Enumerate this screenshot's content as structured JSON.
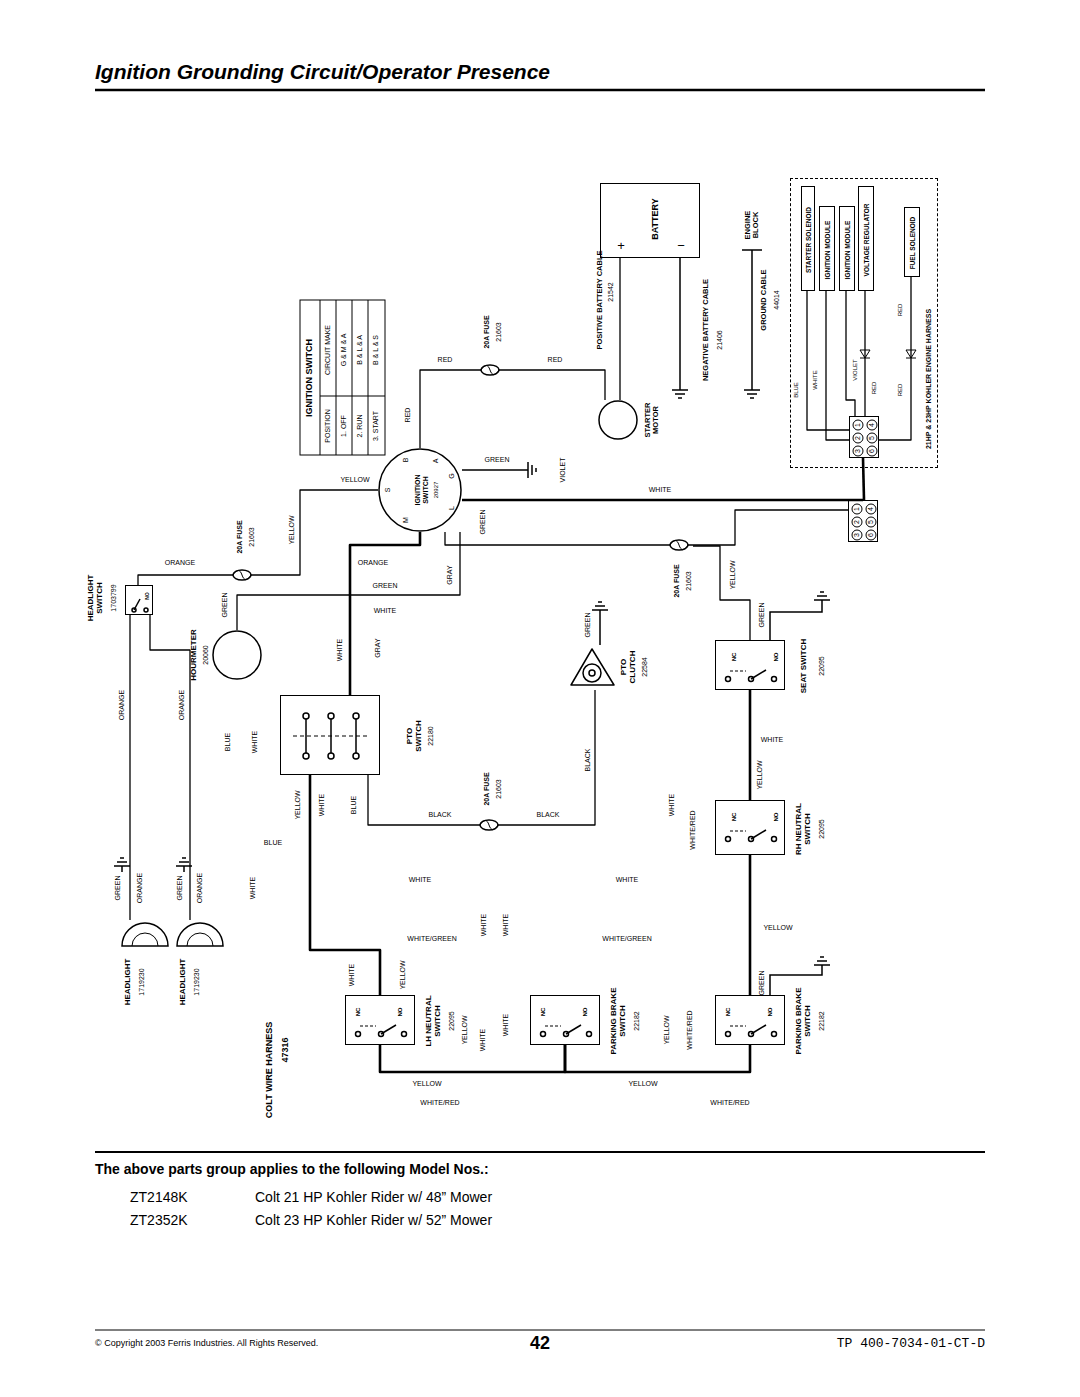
{
  "diagram": {
    "title": "Ignition Grounding Circuit/Operator Presence",
    "nodes": [
      {
        "text": [
          "BATTERY",
          "+",
          "−"
        ]
      },
      {
        "text": [
          "STARTER MOTOR"
        ]
      },
      {
        "text": [
          "IGNITION SWITCH",
          "20927",
          "B",
          "A",
          "G",
          "L",
          "M",
          "S"
        ]
      },
      {
        "text": [
          "HOURMETER",
          "20060"
        ]
      },
      {
        "text": [
          "PTO SWITCH",
          "22180"
        ]
      },
      {
        "text": [
          "PTO CLUTCH",
          "22584"
        ]
      },
      {
        "text": [
          "HEADLIGHT SWITCH",
          "1703799",
          "NO"
        ]
      },
      {
        "text": [
          "HEADLIGHT",
          "1719230"
        ]
      },
      {
        "text": [
          "HEADLIGHT",
          "1719230"
        ]
      },
      {
        "text": [
          "SEAT SWITCH",
          "22095",
          "NC",
          "NO"
        ]
      },
      {
        "text": [
          "RH NEUTRAL SWITCH",
          "22095",
          "NC",
          "NO"
        ]
      },
      {
        "text": [
          "LH NEUTRAL SWITCH",
          "22095",
          "NC",
          "NO"
        ]
      },
      {
        "text": [
          "PARKING BRAKE SWITCH",
          "22182",
          "NC",
          "NO"
        ]
      },
      {
        "text": [
          "PARKING BRAKE SWITCH",
          "22182",
          "NC",
          "NO"
        ]
      },
      {
        "text": [
          "21HP & 23HP KOHLER ENGINE HARNESS"
        ]
      },
      {
        "text": [
          "STARTER SOLENOID"
        ],
        "in": 14
      },
      {
        "text": [
          "IGNITION MODULE"
        ],
        "in": 14
      },
      {
        "text": [
          "IGNITION MODULE"
        ],
        "in": 14
      },
      {
        "text": [
          "VOLTAGE REGULATOR"
        ],
        "in": 14
      },
      {
        "text": [
          "FUEL SOLENOID"
        ],
        "in": 14
      },
      {
        "text": [
          "1",
          "2",
          "3",
          "4",
          "5",
          "6"
        ],
        "in": 14
      },
      {
        "text": [
          "1",
          "2",
          "3",
          "4",
          "5",
          "6"
        ]
      },
      {
        "text": [
          "20A FUSE",
          "21603"
        ]
      },
      {
        "text": [
          "20A FUSE",
          "21603"
        ]
      },
      {
        "text": [
          "20A FUSE",
          "21603"
        ]
      },
      {
        "text": [
          "20A FUSE",
          "21603"
        ]
      }
    ],
    "edges": [
      {
        "from": 0,
        "to": 1,
        "arrow": "none"
      },
      {
        "from": 1,
        "to": 22,
        "arrow": "none"
      },
      {
        "from": 22,
        "to": 2,
        "arrow": "none"
      },
      {
        "from": 2,
        "to": 23,
        "arrow": "none"
      },
      {
        "from": 23,
        "to": 6,
        "arrow": "none"
      },
      {
        "from": 6,
        "to": 7,
        "arrow": "none"
      },
      {
        "from": 6,
        "to": 8,
        "arrow": "none"
      },
      {
        "from": 2,
        "to": 3,
        "arrow": "none"
      },
      {
        "from": 2,
        "to": 4,
        "arrow": "none"
      },
      {
        "from": 4,
        "to": 25,
        "arrow": "none"
      },
      {
        "from": 25,
        "to": 5,
        "arrow": "none"
      },
      {
        "from": 2,
        "to": 24,
        "arrow": "none"
      },
      {
        "from": 24,
        "to": 21,
        "arrow": "none"
      },
      {
        "from": 2,
        "to": 21,
        "arrow": "none"
      },
      {
        "from": 21,
        "to": 20,
        "arrow": "none"
      },
      {
        "from": 24,
        "to": 9,
        "arrow": "none"
      },
      {
        "from": 9,
        "to": 10,
        "arrow": "none"
      },
      {
        "from": 10,
        "to": 13,
        "arrow": "none"
      },
      {
        "from": 11,
        "to": 12,
        "arrow": "none"
      },
      {
        "from": 12,
        "to": 13,
        "arrow": "none"
      },
      {
        "from": 4,
        "to": 11,
        "arrow": "none"
      },
      {
        "from": 20,
        "to": 15,
        "arrow": "none"
      },
      {
        "from": 20,
        "to": 16,
        "arrow": "none"
      },
      {
        "from": 20,
        "to": 18,
        "arrow": "none"
      },
      {
        "from": 20,
        "to": 17,
        "arrow": "none"
      },
      {
        "from": 20,
        "to": 19,
        "arrow": "none"
      }
    ],
    "labels": [
      "POSITIVE BATTERY CABLE",
      "21542",
      "ENGINE BLOCK",
      "NEGATIVE BATTERY CABLE",
      "21406",
      "GROUND CABLE",
      "44014",
      "BLUE",
      "WHITE",
      "VIOLET",
      "RED",
      "RED",
      "RED",
      "IGNITION SWITCH",
      "POSITION",
      "CIRCUIT MAKE",
      "1. OFF",
      "G & M & A",
      "2. RUN",
      "B & L & A",
      "3. START",
      "B & L & S",
      "RED",
      "RED",
      "RED",
      "GREEN",
      "YELLOW",
      "VIOLET",
      "WHITE",
      "YELLOW",
      "GREEN",
      "ORANGE",
      "ORANGE",
      "GREEN",
      "WHITE",
      "GRAY",
      "YELLOW",
      "GREEN",
      "GREEN",
      "WHITE",
      "GRAY",
      "GREEN",
      "ORANGE",
      "ORANGE",
      "BLUE",
      "WHITE",
      "WHITE",
      "BLACK",
      "YELLOW",
      "YELLOW",
      "WHITE",
      "BLUE",
      "BLUE",
      "BLACK",
      "BLACK",
      "WHITE",
      "WHITE/RED",
      "GREEN",
      "ORANGE",
      "GREEN",
      "ORANGE",
      "WHITE",
      "WHITE",
      "WHITE",
      "WHITE",
      "WHITE",
      "WHITE/GREEN",
      "WHITE/GREEN",
      "YELLOW",
      "GREEN",
      "WHITE",
      "YELLOW",
      "YELLOW",
      "WHITE",
      "WHITE",
      "YELLOW",
      "WHITE/RED",
      "YELLOW",
      "YELLOW",
      "WHITE/RED",
      "WHITE/RED",
      "COLT WIRE HARNESS",
      "47316",
      "The above parts group applies to the following Model Nos.:",
      "ZT2148K",
      "Colt 21 HP Kohler Rider w/ 48” Mower",
      "ZT2352K",
      "Colt 23 HP Kohler Rider w/ 52” Mower",
      "© Copyright 2003 Ferris Industries. All Rights Reserved.",
      "42",
      "TP 400-7034-01-CT-D"
    ]
  }
}
